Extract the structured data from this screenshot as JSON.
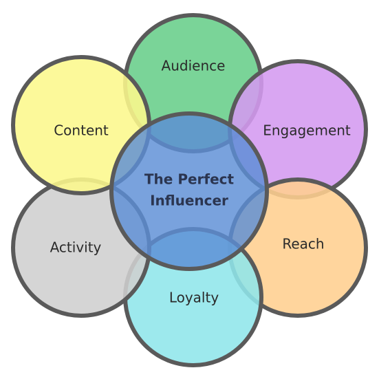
{
  "diagram": {
    "center": {
      "line1": "The Perfect",
      "line2": "Influencer",
      "color": "#5b8dd6"
    },
    "petals": [
      {
        "label": "Audience",
        "color": "#6fd08f"
      },
      {
        "label": "Engagement",
        "color": "#d49af0"
      },
      {
        "label": "Reach",
        "color": "#ffcf8f"
      },
      {
        "label": "Loyalty",
        "color": "#8fe6ea"
      },
      {
        "label": "Activity",
        "color": "#cfcfcf"
      },
      {
        "label": "Content",
        "color": "#fcf88c"
      }
    ],
    "outline_color": "#5a5a5a"
  }
}
